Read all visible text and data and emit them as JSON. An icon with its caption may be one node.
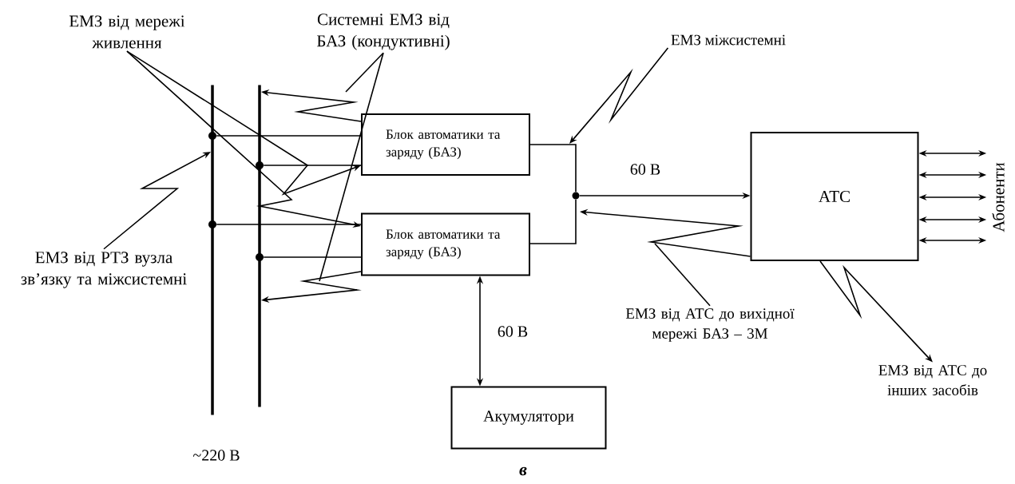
{
  "diagram": {
    "caption": "в",
    "nodes": [
      {
        "text": [
          "Блок автоматики та заряду (БАЗ)"
        ]
      },
      {
        "text": [
          "Блок автоматики та заряду (БАЗ)"
        ]
      },
      {
        "text": [
          "АТС"
        ]
      },
      {
        "text": [
          "Акумулятори"
        ]
      },
      {
        "text": [],
        "shape": "bar"
      },
      {
        "text": [],
        "shape": "bar"
      },
      {
        "text": [],
        "shape": "circle"
      },
      {
        "text": [
          "Абоненти"
        ]
      },
      {
        "text": [
          "ЕМЗ від мережі живлення"
        ]
      },
      {
        "text": [
          "Системні ЕМЗ від БАЗ (кондуктивні)"
        ]
      },
      {
        "text": [
          "ЕМЗ від РТЗ вузла зв’язку та міжсистемні"
        ]
      },
      {
        "text": [
          "ЕМЗ міжсистемні"
        ]
      },
      {
        "text": [
          "ЕМЗ від АТС до вихідної мережі БАЗ – 3М"
        ]
      },
      {
        "text": [
          "ЕМЗ від АТС до інших засобів"
        ]
      },
      {
        "text": [],
        "shape": "circle"
      },
      {
        "text": [],
        "shape": "circle"
      },
      {
        "text": [],
        "shape": "circle"
      },
      {
        "text": [],
        "shape": "circle"
      }
    ],
    "edges": [
      {
        "from": 14,
        "to": 0,
        "arrow": "none"
      },
      {
        "from": 15,
        "to": 0,
        "arrow": "none"
      },
      {
        "from": 16,
        "to": 1,
        "arrow": "none"
      },
      {
        "from": 17,
        "to": 1,
        "arrow": "none"
      },
      {
        "from": 0,
        "to": 6,
        "arrow": "none"
      },
      {
        "from": 1,
        "to": 6,
        "arrow": "none"
      },
      {
        "from": 6,
        "to": 2,
        "arrow": "to",
        "label": "60 В"
      },
      {
        "from": 1,
        "to": 3,
        "arrow": "both",
        "label": "60 В"
      },
      {
        "from": 2,
        "to": 7,
        "arrow": "both"
      },
      {
        "from": 2,
        "to": 7,
        "arrow": "both"
      },
      {
        "from": 2,
        "to": 7,
        "arrow": "both"
      },
      {
        "from": 2,
        "to": 7,
        "arrow": "both"
      },
      {
        "from": 2,
        "to": 7,
        "arrow": "both"
      },
      {
        "from": 8,
        "to": 0,
        "arrow": "to"
      },
      {
        "from": 8,
        "to": 1,
        "arrow": "to"
      },
      {
        "from": 10,
        "to": 4,
        "arrow": "to"
      },
      {
        "from": 0,
        "to": 5,
        "arrow": "to"
      },
      {
        "from": 1,
        "to": 5,
        "arrow": "to"
      },
      {
        "from": 9,
        "to": null,
        "arrow": "none"
      },
      {
        "from": 9,
        "to": null,
        "arrow": "none"
      },
      {
        "from": 11,
        "to": null,
        "arrow": "to"
      },
      {
        "from": 2,
        "to": null,
        "arrow": "to"
      },
      {
        "from": 12,
        "to": null,
        "arrow": "none"
      },
      {
        "from": 2,
        "to": 13,
        "arrow": "to"
      }
    ],
    "labels": [
      "~220 В"
    ]
  }
}
